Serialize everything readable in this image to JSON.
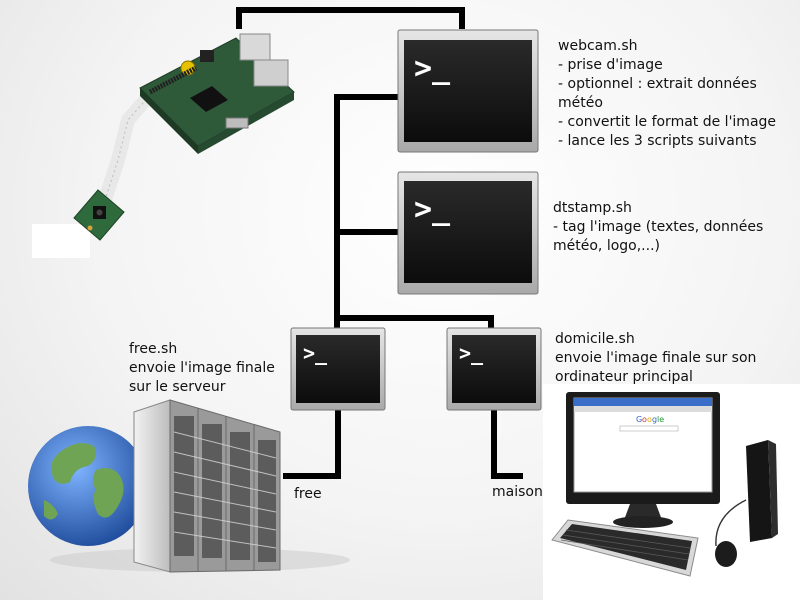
{
  "colors": {
    "terminal_frame": "#c8c8c8",
    "terminal_screen": "#141414",
    "connector": "#000000",
    "pcb": "#2f5a3a",
    "globe_ocean": "#2b64b8",
    "globe_land": "#6fa455"
  },
  "terminals": [
    {
      "id": "webcam",
      "prompt": ">_"
    },
    {
      "id": "dtstamp",
      "prompt": ">_"
    },
    {
      "id": "free",
      "prompt": ">_"
    },
    {
      "id": "domicile",
      "prompt": ">_"
    }
  ],
  "scripts": {
    "webcam": {
      "name": "webcam.sh",
      "lines": [
        "- prise d'image",
        "- optionnel : extrait données",
        "météo",
        "- convertit le format de l'image",
        "- lance les 3 scripts suivants"
      ]
    },
    "dtstamp": {
      "name": "dtstamp.sh",
      "lines": [
        "- tag l'image (textes, données",
        "météo, logo,...)"
      ]
    },
    "free": {
      "name": "free.sh",
      "lines": [
        "envoie l'image finale",
        "sur le serveur"
      ]
    },
    "domicile": {
      "name": "domicile.sh",
      "lines": [
        "envoie l'image finale sur son",
        "ordinateur principal"
      ]
    }
  },
  "destinations": {
    "free": "free",
    "maison": "maison"
  },
  "icons": {
    "raspberry": "raspberry-pi-camera-icon",
    "server": "server-globe-icon",
    "computer": "desktop-computer-icon"
  }
}
